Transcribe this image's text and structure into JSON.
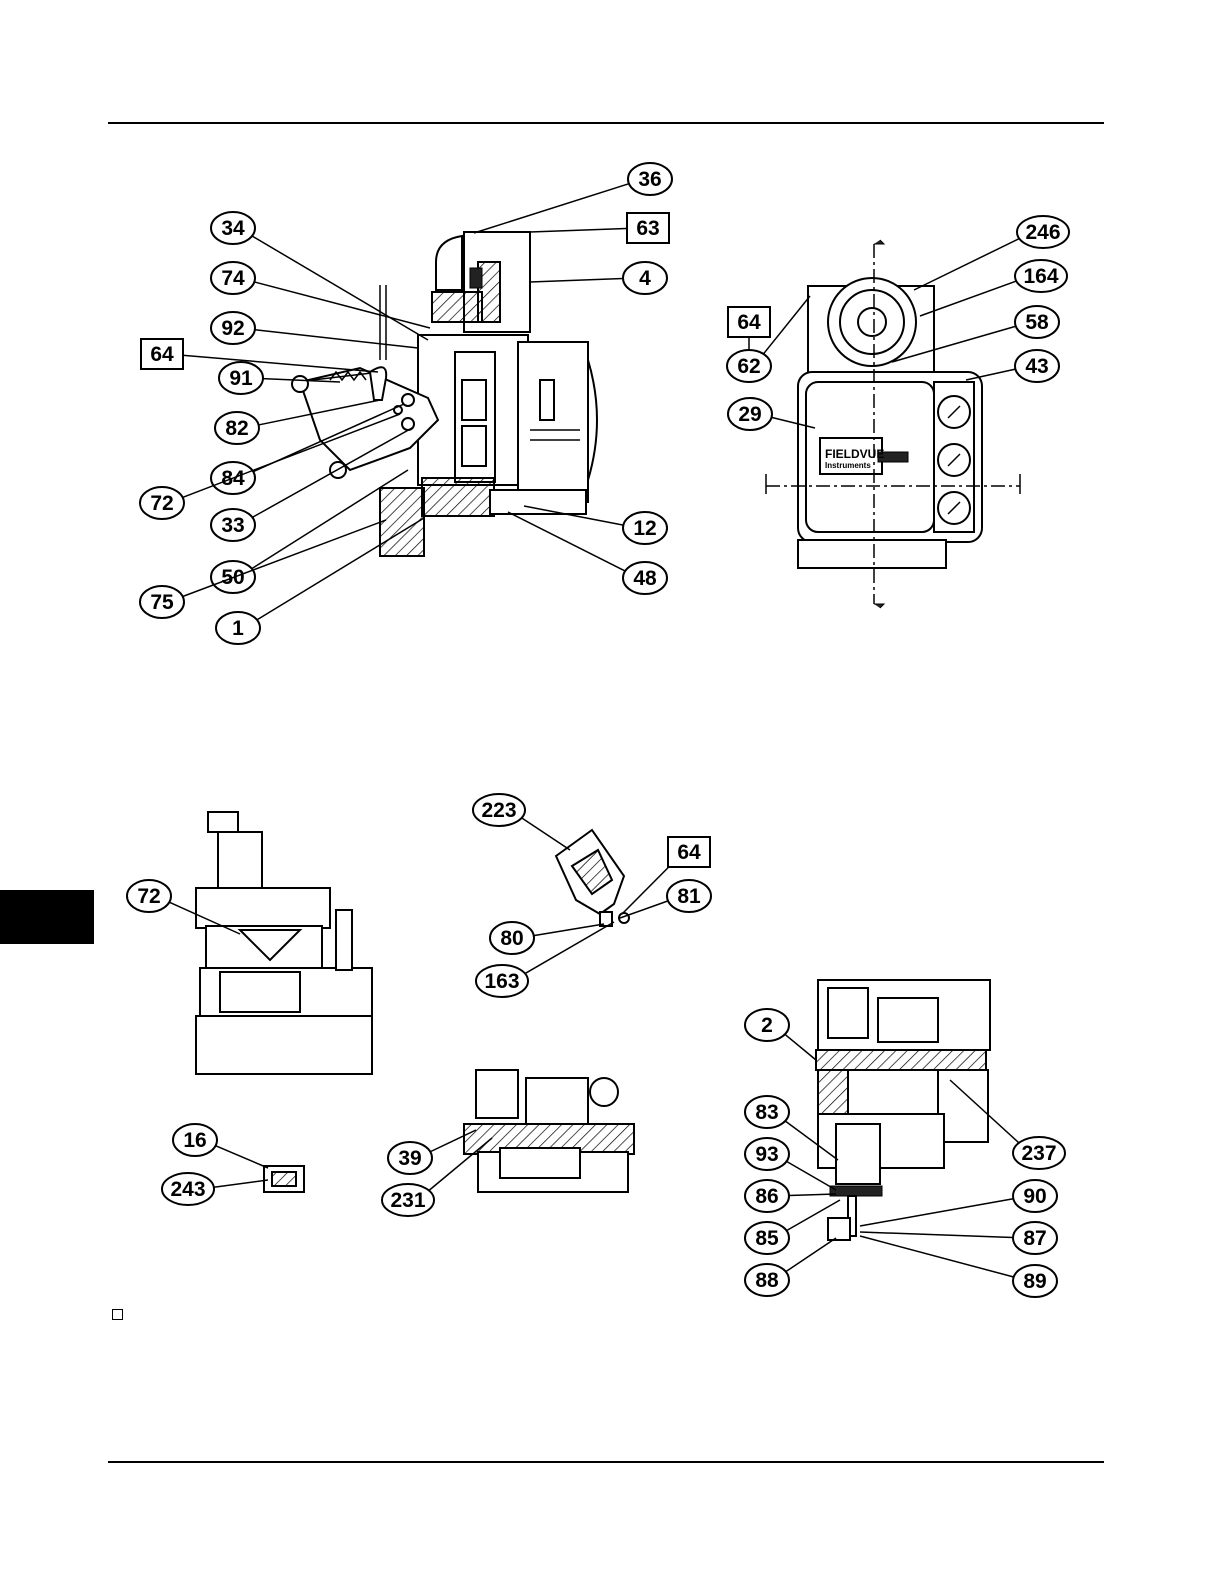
{
  "callouts": [
    {
      "id": "c36",
      "text": "36",
      "shape": "oval"
    },
    {
      "id": "c63a",
      "text": "63",
      "shape": "box"
    },
    {
      "id": "c4",
      "text": "4",
      "shape": "oval"
    },
    {
      "id": "c34",
      "text": "34",
      "shape": "oval"
    },
    {
      "id": "c74",
      "text": "74",
      "shape": "oval"
    },
    {
      "id": "c92",
      "text": "92",
      "shape": "oval"
    },
    {
      "id": "c64a",
      "text": "64",
      "shape": "box"
    },
    {
      "id": "c91",
      "text": "91",
      "shape": "oval"
    },
    {
      "id": "c82",
      "text": "82",
      "shape": "oval"
    },
    {
      "id": "c84",
      "text": "84",
      "shape": "oval"
    },
    {
      "id": "c72a",
      "text": "72",
      "shape": "oval"
    },
    {
      "id": "c33",
      "text": "33",
      "shape": "oval"
    },
    {
      "id": "c50",
      "text": "50",
      "shape": "oval"
    },
    {
      "id": "c75",
      "text": "75",
      "shape": "oval"
    },
    {
      "id": "c1",
      "text": "1",
      "shape": "oval"
    },
    {
      "id": "c12",
      "text": "12",
      "shape": "oval"
    },
    {
      "id": "c48",
      "text": "48",
      "shape": "oval"
    },
    {
      "id": "c246",
      "text": "246",
      "shape": "oval"
    },
    {
      "id": "c164",
      "text": "164",
      "shape": "oval"
    },
    {
      "id": "c64b",
      "text": "64",
      "shape": "box"
    },
    {
      "id": "c62",
      "text": "62",
      "shape": "oval"
    },
    {
      "id": "c58",
      "text": "58",
      "shape": "oval"
    },
    {
      "id": "c43",
      "text": "43",
      "shape": "oval"
    },
    {
      "id": "c29",
      "text": "29",
      "shape": "oval"
    },
    {
      "id": "c72b",
      "text": "72",
      "shape": "oval"
    },
    {
      "id": "c223",
      "text": "223",
      "shape": "oval"
    },
    {
      "id": "c64c",
      "text": "64",
      "shape": "box"
    },
    {
      "id": "c81",
      "text": "81",
      "shape": "oval"
    },
    {
      "id": "c80",
      "text": "80",
      "shape": "oval"
    },
    {
      "id": "c163",
      "text": "163",
      "shape": "oval"
    },
    {
      "id": "c16",
      "text": "16",
      "shape": "oval"
    },
    {
      "id": "c243",
      "text": "243",
      "shape": "oval"
    },
    {
      "id": "c39",
      "text": "39",
      "shape": "oval"
    },
    {
      "id": "c231",
      "text": "231",
      "shape": "oval"
    },
    {
      "id": "c2",
      "text": "2",
      "shape": "oval"
    },
    {
      "id": "c83",
      "text": "83",
      "shape": "oval"
    },
    {
      "id": "c93",
      "text": "93",
      "shape": "oval"
    },
    {
      "id": "c86",
      "text": "86",
      "shape": "oval"
    },
    {
      "id": "c85",
      "text": "85",
      "shape": "oval"
    },
    {
      "id": "c88",
      "text": "88",
      "shape": "oval"
    },
    {
      "id": "c237",
      "text": "237",
      "shape": "oval"
    },
    {
      "id": "c90",
      "text": "90",
      "shape": "oval"
    },
    {
      "id": "c87",
      "text": "87",
      "shape": "oval"
    },
    {
      "id": "c89",
      "text": "89",
      "shape": "oval"
    }
  ],
  "nameplate": {
    "brand": "FIELDVUE",
    "brand_sub": "Instruments"
  }
}
